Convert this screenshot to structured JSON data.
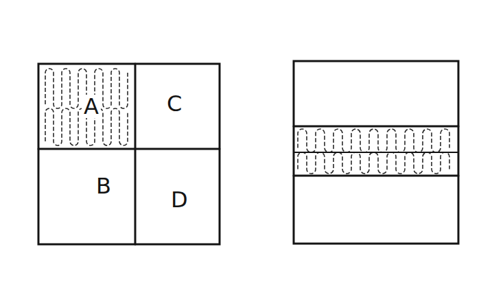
{
  "diagram": {
    "nodes": [
      {
        "text": [
          "A"
        ]
      },
      {
        "text": [
          "C"
        ]
      },
      {
        "text": [
          "B"
        ]
      },
      {
        "text": [
          "D"
        ]
      }
    ]
  }
}
